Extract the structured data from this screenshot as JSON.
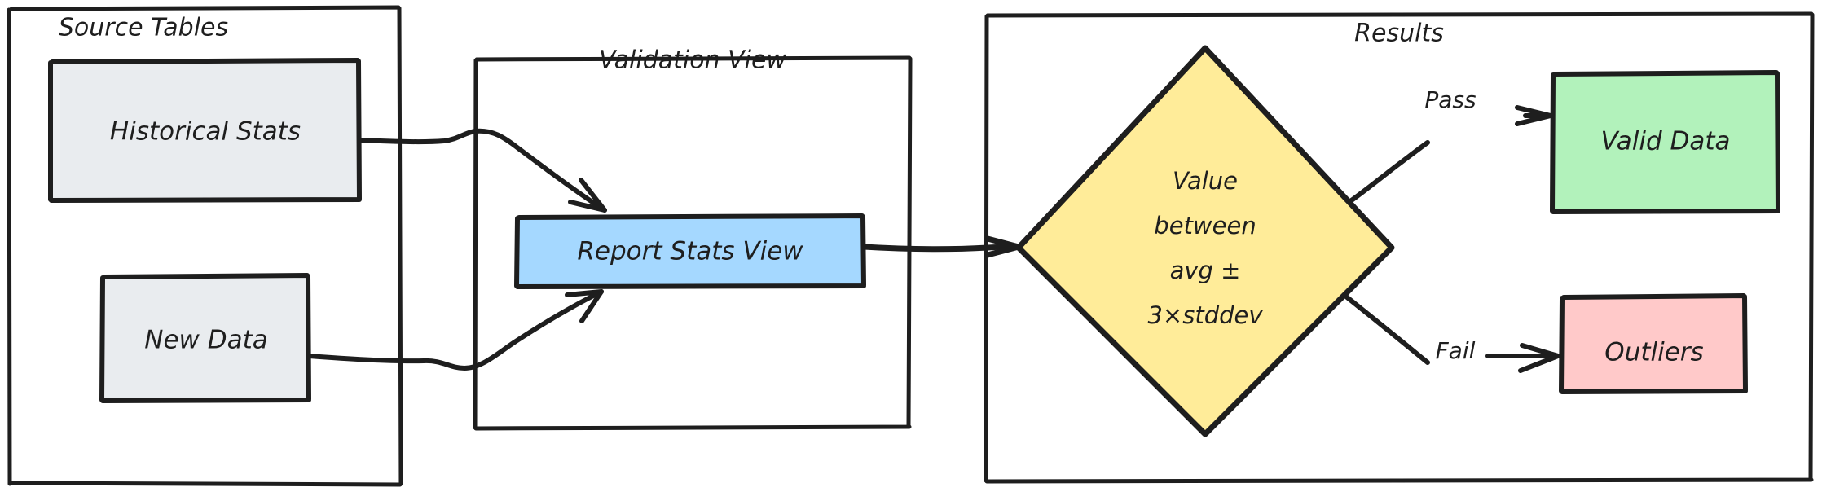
{
  "diagram": {
    "title_semantic": "data-validation-flow",
    "groups": [
      {
        "id": "source-tables",
        "label": "Source Tables"
      },
      {
        "id": "validation-view",
        "label": "Validation View"
      },
      {
        "id": "results",
        "label": "Results"
      }
    ],
    "nodes": [
      {
        "id": "historical-stats",
        "label": "Historical Stats",
        "shape": "rect",
        "fill": "#e9ecef"
      },
      {
        "id": "new-data",
        "label": "New Data",
        "shape": "rect",
        "fill": "#e9ecef"
      },
      {
        "id": "report-stats-view",
        "label": "Report Stats View",
        "shape": "rect",
        "fill": "#a5d8ff"
      },
      {
        "id": "decision",
        "label": "Value between avg ± 3×stddev",
        "lines": [
          "Value",
          "between",
          "avg ±",
          "3×stddev"
        ],
        "shape": "diamond",
        "fill": "#ffec99"
      },
      {
        "id": "valid-data",
        "label": "Valid Data",
        "shape": "rect",
        "fill": "#b2f2bb"
      },
      {
        "id": "outliers",
        "label": "Outliers",
        "shape": "rect",
        "fill": "#ffc9c9"
      }
    ],
    "edges": [
      {
        "id": "historical-to-report",
        "from": "historical-stats",
        "to": "report-stats-view",
        "label": ""
      },
      {
        "id": "newdata-to-report",
        "from": "new-data",
        "to": "report-stats-view",
        "label": ""
      },
      {
        "id": "report-to-decision",
        "from": "report-stats-view",
        "to": "decision",
        "label": ""
      },
      {
        "id": "decision-pass",
        "from": "decision",
        "to": "valid-data",
        "label": "Pass"
      },
      {
        "id": "decision-fail",
        "from": "decision",
        "to": "outliers",
        "label": "Fail"
      }
    ],
    "colors": {
      "stroke": "#1e1e1e",
      "background": "#ffffff",
      "neutral_fill": "#e9ecef",
      "blue_fill": "#a5d8ff",
      "yellow_fill": "#ffec99",
      "green_fill": "#b2f2bb",
      "red_fill": "#ffc9c9"
    }
  }
}
